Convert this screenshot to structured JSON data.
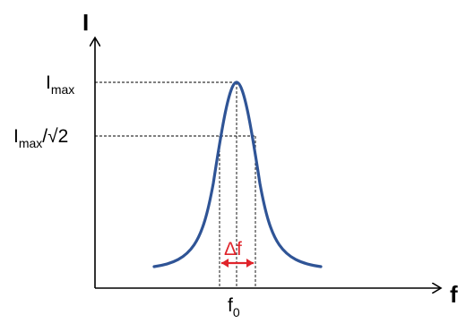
{
  "axes": {
    "y_label": "I",
    "x_label": "f"
  },
  "labels": {
    "imax_main": "I",
    "imax_sub": "max",
    "imax_root_main": "I",
    "imax_root_sub": "max",
    "imax_root_tail": "/√2",
    "f0_main": "f",
    "f0_sub": "0",
    "delta_f": "Δf"
  },
  "colors": {
    "curve": "#2f5496",
    "bandwidth": "#e0242b",
    "axis": "#000000",
    "guides": "#000000"
  }
}
